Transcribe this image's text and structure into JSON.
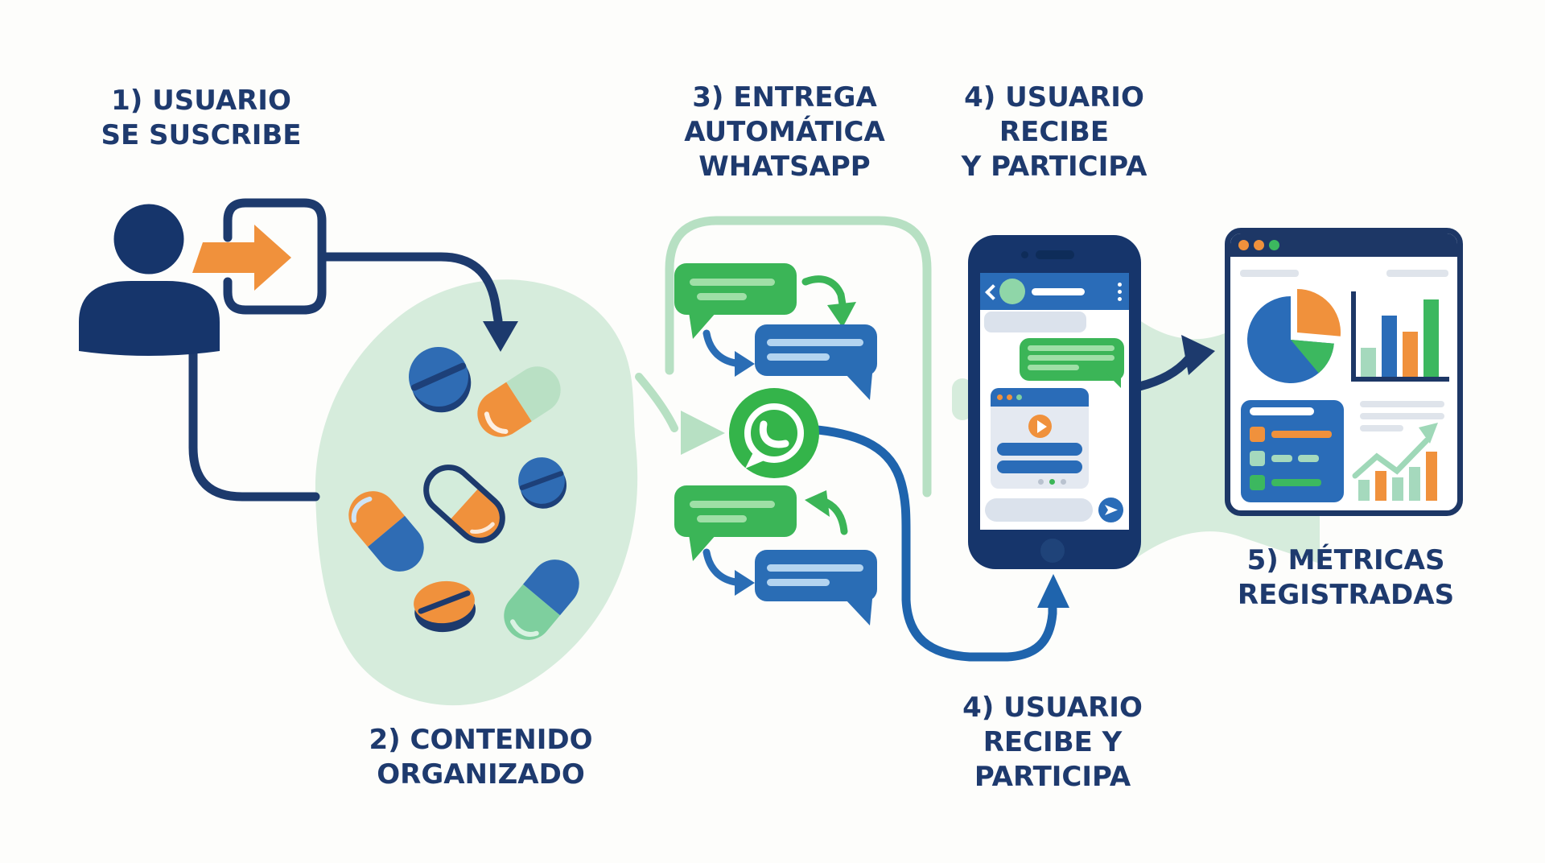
{
  "palette": {
    "background": "#fdfdfb",
    "navy": "#1e3a6e",
    "navy_deep": "#16356b",
    "blue": "#2a6cb8",
    "green": "#3bb557",
    "whatsapp_green": "#34b44a",
    "mint_outline": "#b7e0c3",
    "mint_blob": "#d6ecdc",
    "orange": "#f0913c",
    "gray_light": "#dbe2ec"
  },
  "labels": {
    "step1": {
      "lines": [
        "1) USUARIO",
        "SE SUSCRIBE"
      ]
    },
    "step2": {
      "lines": [
        "2) CONTENIDO",
        "ORGANIZADO"
      ]
    },
    "step3": {
      "lines": [
        "3) ENTREGA",
        "AUTOMÁTICA",
        "WHATSAPP"
      ]
    },
    "step4_top": {
      "lines": [
        "4) USUARIO",
        "RECIBE",
        "Y PARTICIPA"
      ]
    },
    "step4_bottom": {
      "lines": [
        "4) USUARIO",
        "RECIBE Y",
        "PARTICIPA"
      ]
    },
    "step5": {
      "lines": [
        "5) MÉTRICAS",
        "REGISTRADAS"
      ]
    }
  }
}
